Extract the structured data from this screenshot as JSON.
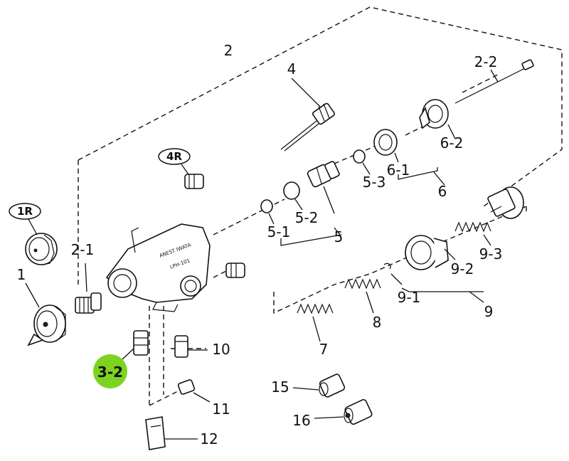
{
  "highlight_color": "#7ed321",
  "labels": {
    "l1": "1",
    "l1r": "1R",
    "l2": "2",
    "l2_1": "2-1",
    "l2_2": "2-2",
    "l3_2": "3-2",
    "l4": "4",
    "l4r": "4R",
    "l5": "5",
    "l5_1": "5-1",
    "l5_2": "5-2",
    "l5_3": "5-3",
    "l6": "6",
    "l6_1": "6-1",
    "l6_2": "6-2",
    "l7": "7",
    "l8": "8",
    "l9": "9",
    "l9_1": "9-1",
    "l9_2": "9-2",
    "l9_3": "9-3",
    "l10": "10",
    "l11": "11",
    "l12": "12",
    "l15": "15",
    "l16": "16"
  },
  "body_text": {
    "brand": "ANEST IWATA",
    "model": "LPH-101"
  }
}
